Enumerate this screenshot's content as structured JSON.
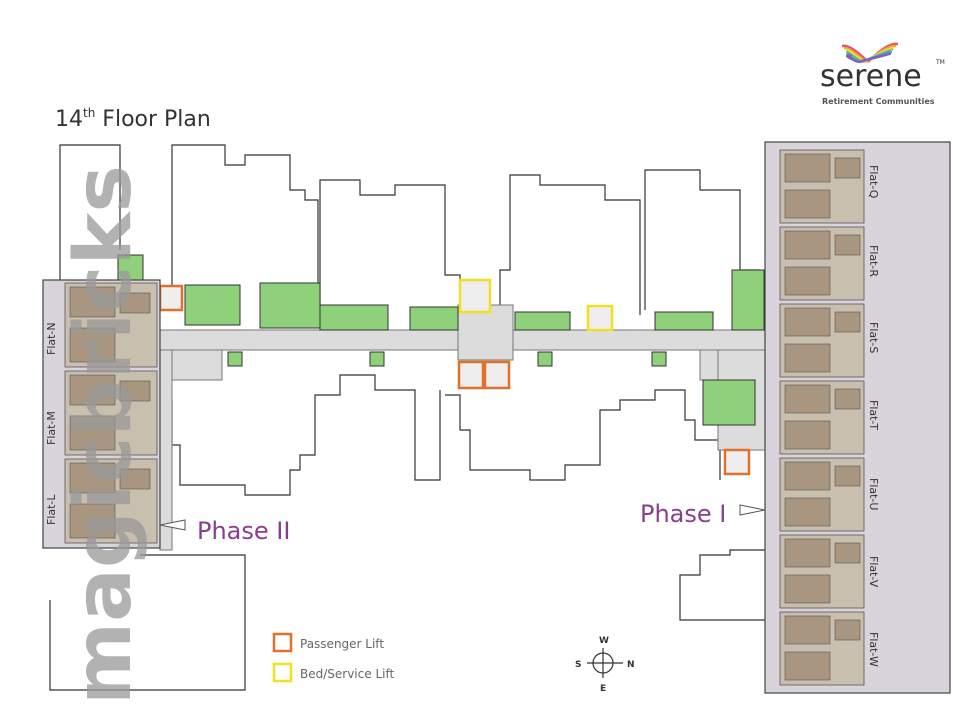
{
  "title": {
    "main": "14",
    "sup": "th",
    "rest": " Floor Plan"
  },
  "logo": {
    "name": "serene",
    "tm": "TM",
    "tagline": "Retirement Communities",
    "colors": [
      "#e8506a",
      "#f0a030",
      "#f5e040",
      "#70c060",
      "#4aa0e0",
      "#8060c0"
    ]
  },
  "watermark": "magicbricks",
  "phases": {
    "left": "Phase II",
    "right": "Phase I"
  },
  "left_flats": [
    "Flat-N",
    "Flat-M",
    "Flat-L"
  ],
  "right_flats": [
    "Flat-Q",
    "Flat-R",
    "Flat-S",
    "Flat-T",
    "Flat-U",
    "Flat-V",
    "Flat-W"
  ],
  "legend": {
    "passenger": {
      "label": "Passenger Lift",
      "color": "#e0702a"
    },
    "service": {
      "label": "Bed/Service Lift",
      "color": "#f0e020"
    }
  },
  "compass": {
    "w": "W",
    "s": "S",
    "n": "N",
    "e": "E"
  }
}
